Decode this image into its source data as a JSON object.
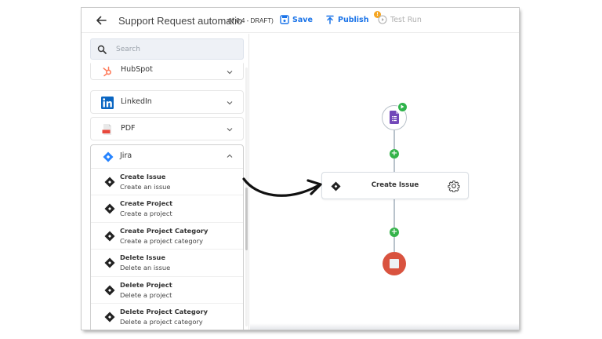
{
  "header": {
    "back_icon": "arrow-left-icon",
    "title": "Support Request automatio",
    "version": "(V 0.4 - DRAFT)",
    "save_label": "Save",
    "publish_label": "Publish",
    "test_run_label": "Test Run",
    "warning_badge": "!"
  },
  "sidebar": {
    "search_placeholder": "Search",
    "apps": [
      {
        "label": "HubSpot",
        "icon": "hubspot-icon",
        "expanded": false
      },
      {
        "label": "LinkedIn",
        "icon": "linkedin-icon",
        "expanded": false
      },
      {
        "label": "PDF",
        "icon": "pdf-icon",
        "expanded": false
      }
    ],
    "jira": {
      "label": "Jira",
      "icon": "jira-icon",
      "expanded": true,
      "actions": [
        {
          "title": "Create Issue",
          "desc": "Create an issue"
        },
        {
          "title": "Create Project",
          "desc": "Create a project"
        },
        {
          "title": "Create Project Category",
          "desc": "Create a project category"
        },
        {
          "title": "Delete Issue",
          "desc": "Delete an issue"
        },
        {
          "title": "Delete Project",
          "desc": "Delete a project"
        },
        {
          "title": "Delete Project Category",
          "desc": "Delete a project category"
        }
      ]
    }
  },
  "canvas": {
    "trigger": {
      "icon": "google-forms-icon",
      "status": "play"
    },
    "step": {
      "label": "Create Issue",
      "icon": "jira-action-icon"
    },
    "add_symbol": "+",
    "end": {
      "icon": "stop-icon"
    }
  },
  "colors": {
    "accent": "#1a73e8",
    "add_green": "#35b34a",
    "stop_red": "#d9533f",
    "forms_purple": "#7248b9",
    "warning": "#f5a623"
  }
}
